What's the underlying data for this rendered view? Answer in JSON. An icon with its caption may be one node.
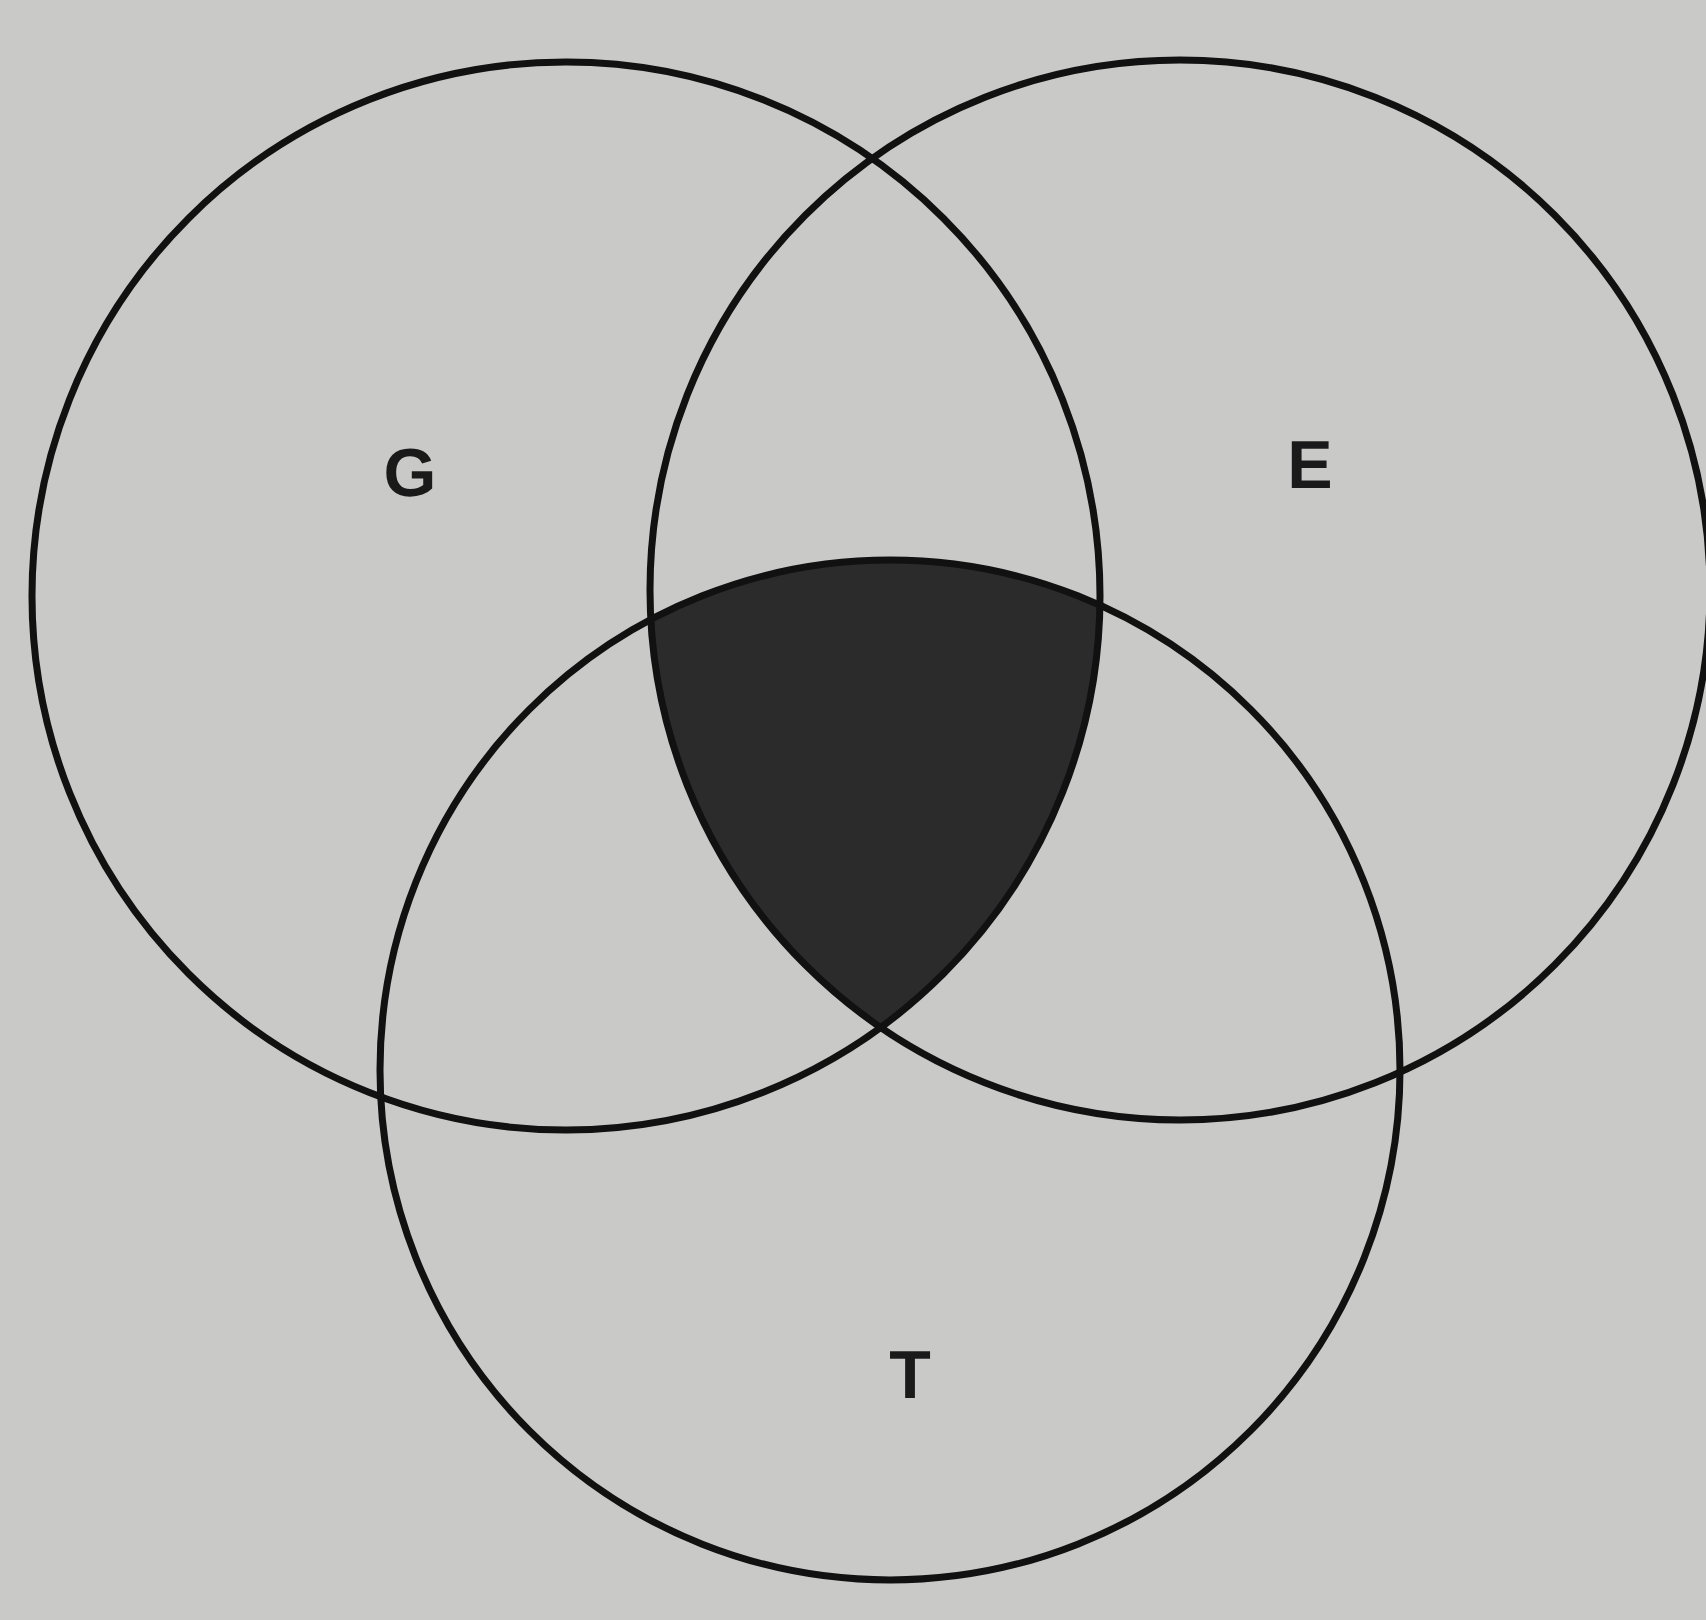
{
  "diagram": {
    "nodes": [
      {
        "text": [
          "G"
        ]
      },
      {
        "text": [
          "E"
        ]
      },
      {
        "text": [
          "T"
        ]
      },
      {
        "text": [],
        "shape": "region"
      }
    ],
    "edges": []
  }
}
